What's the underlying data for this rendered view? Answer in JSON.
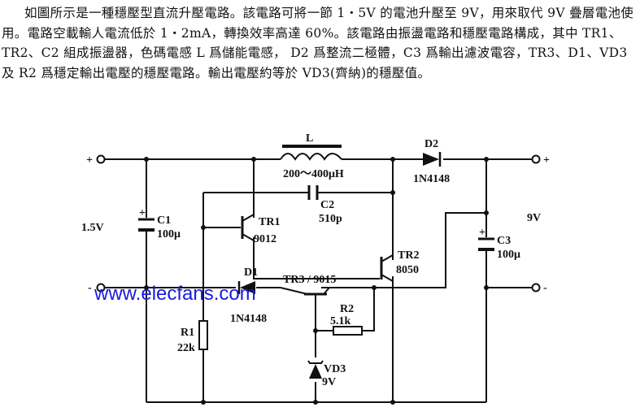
{
  "paragraph": "如圖所示是一種穩壓型直流升壓電路。該電路可將一節 1・5V 的電池升壓至 9V，用來取代 9V 疊層電池使用。電路空載輸人電流低於 1・2mA，轉換效率高達 60%。該電路由振盪電路和穩壓電路構成，其中 TR1、TR2、C2 組成振盪器，色碼電感 L 爲儲能電感， D2 爲整流二極體，C3 爲輸出濾波電容，TR3、D1、VD3 及 R2 爲穩定輸出電壓的穩壓電路。輸出電壓約等於 VD3(齊納)的穩壓值。",
  "circuit": {
    "input_voltage": "1.5V",
    "output_voltage": "9V",
    "plus": "+",
    "minus": "-",
    "L": {
      "name": "L",
      "value": "200～400μH"
    },
    "D2": {
      "name": "D2",
      "value": "1N4148"
    },
    "C1": {
      "name": "C1",
      "value": "100μ"
    },
    "C2": {
      "name": "C2",
      "value": "510p"
    },
    "C3": {
      "name": "C3",
      "value": "100μ"
    },
    "TR1": {
      "name": "TR1",
      "value": "9012"
    },
    "TR2": {
      "name": "TR2",
      "value": "8050"
    },
    "TR3": {
      "label": "TR3 / 9015"
    },
    "D1": {
      "name": "D1",
      "value": "1N4148"
    },
    "R1": {
      "name": "R1",
      "value": "22k"
    },
    "R2": {
      "name": "R2",
      "value": "5.1k"
    },
    "VD3": {
      "name": "VD3",
      "value": "9V"
    }
  },
  "watermark": "www.elecfans.com"
}
